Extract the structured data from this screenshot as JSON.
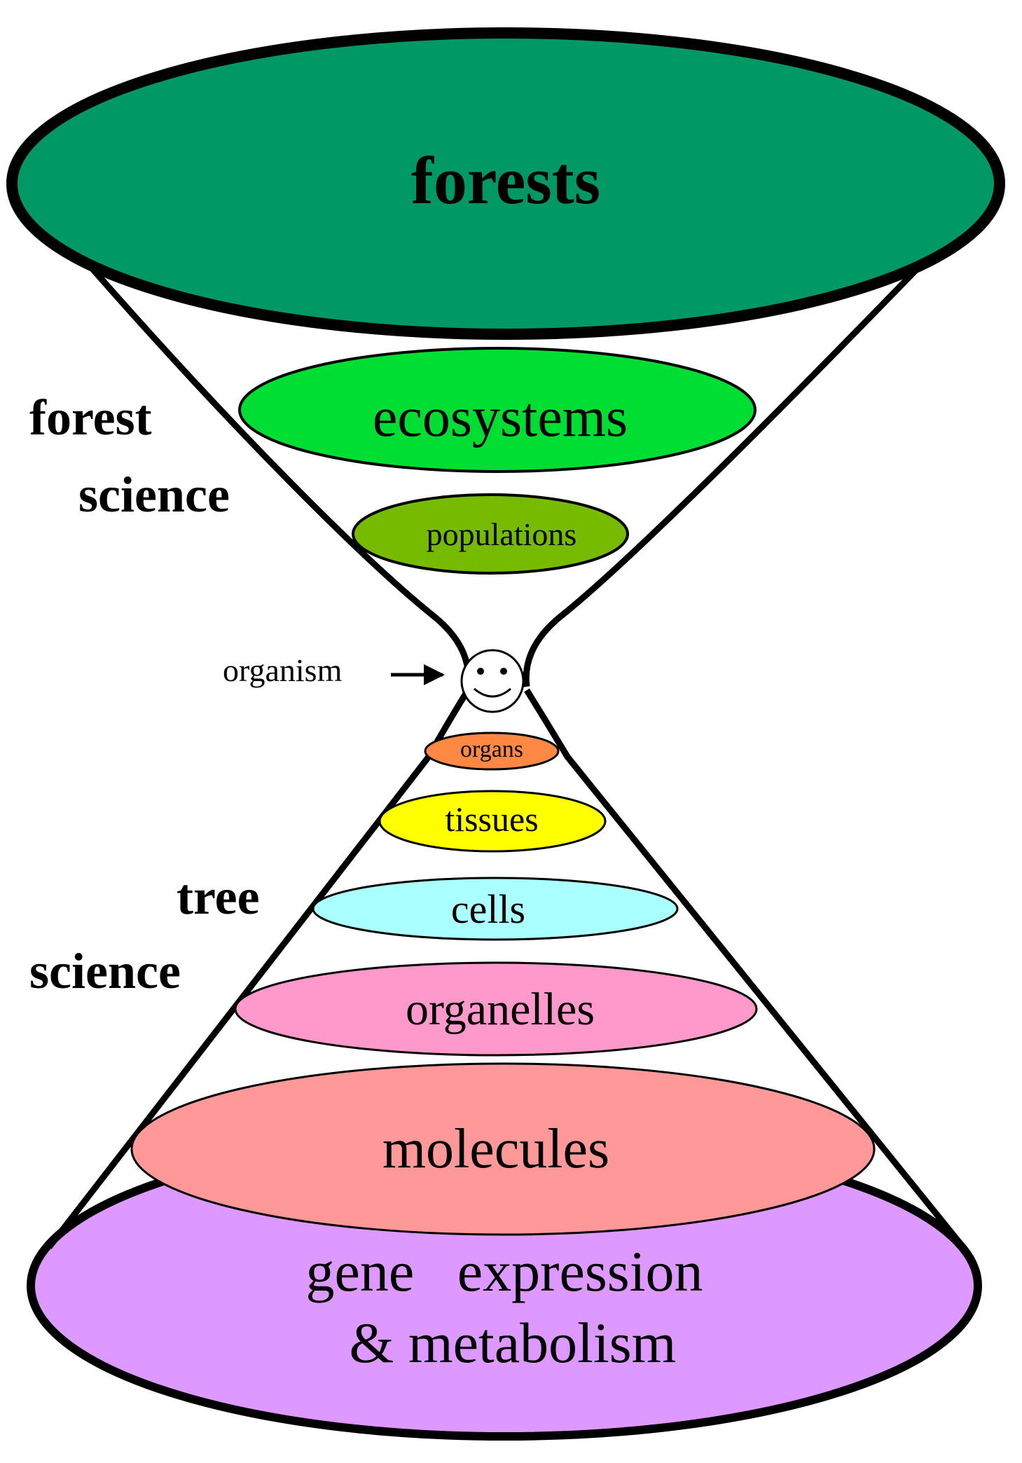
{
  "levels": {
    "forests": "forests",
    "ecosystems": "ecosystems",
    "populations": "populations",
    "organism": "organism",
    "organs": "organs",
    "tissues": "tissues",
    "cells": "cells",
    "organelles": "organelles",
    "molecules": "molecules",
    "gene_expression_line1": "gene   expression",
    "gene_expression_line2": "& metabolism"
  },
  "side_labels": {
    "forest_science_line1": "forest",
    "forest_science_line2": "science",
    "tree_science_line1": "tree",
    "tree_science_line2": "science"
  },
  "colors": {
    "forests": "#009966",
    "ecosystems": "#00dd33",
    "populations": "#77bb00",
    "organs": "#ff8844",
    "tissues": "#ffff00",
    "cells": "#aaffff",
    "organelles": "#ff99cc",
    "molecules": "#ff9999",
    "gene_expression": "#dd99ff",
    "outline": "#000000"
  },
  "icons": {
    "organism": "smiley-face-icon",
    "pointer": "arrow-right-icon"
  }
}
